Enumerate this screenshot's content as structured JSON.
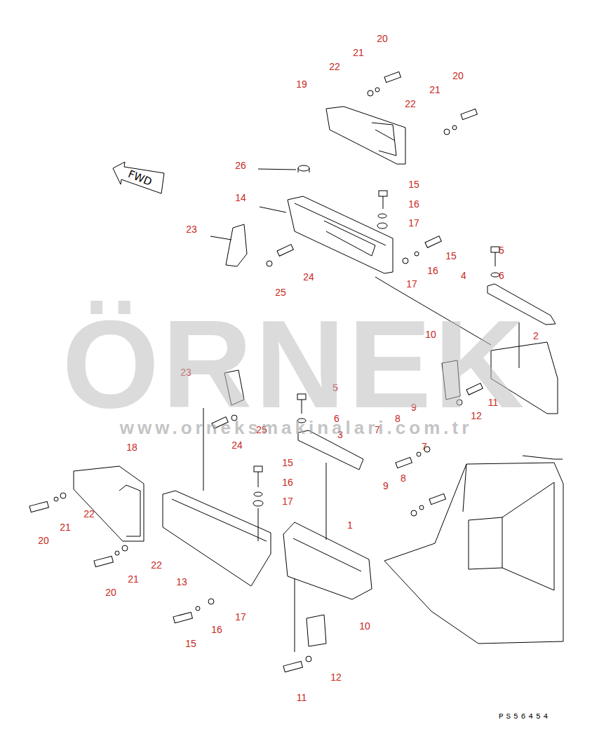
{
  "diagram": {
    "nodes": [
      {
        "text": [
          "FWD"
        ]
      }
    ],
    "labels": [
      "20",
      "21",
      "22",
      "20",
      "19",
      "21",
      "22",
      "26",
      "14",
      "15",
      "16",
      "17",
      "23",
      "15",
      "5",
      "16",
      "6",
      "24",
      "4",
      "17",
      "25",
      "10",
      "2",
      "23",
      "5",
      "11",
      "9",
      "12",
      "6",
      "8",
      "7",
      "25",
      "24",
      "3",
      "7",
      "18",
      "8",
      "15",
      "16",
      "17",
      "9",
      "22",
      "1",
      "20",
      "21",
      "22",
      "21",
      "13",
      "20",
      "17",
      "10",
      "16",
      "15",
      "12",
      "11",
      "ÖRNEK",
      "www.orneksmakinalari.com.tr",
      "PS56454"
    ]
  }
}
